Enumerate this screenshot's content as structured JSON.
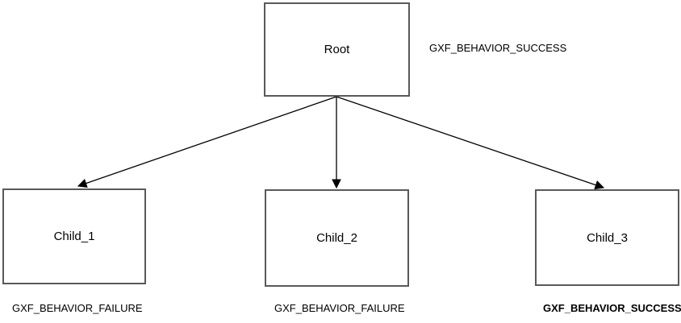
{
  "diagram": {
    "type": "behavior-tree",
    "nodes": {
      "root": {
        "label": "Root",
        "status": "GXF_BEHAVIOR_SUCCESS",
        "status_bold": false
      },
      "child1": {
        "label": "Child_1",
        "status": "GXF_BEHAVIOR_FAILURE",
        "status_bold": false
      },
      "child2": {
        "label": "Child_2",
        "status": "GXF_BEHAVIOR_FAILURE",
        "status_bold": false
      },
      "child3": {
        "label": "Child_3",
        "status": "GXF_BEHAVIOR_SUCCESS",
        "status_bold": true
      }
    },
    "edges": [
      {
        "from": "root",
        "to": "child1"
      },
      {
        "from": "root",
        "to": "child2"
      },
      {
        "from": "root",
        "to": "child3"
      }
    ],
    "colors": {
      "background": "#ffffff",
      "box_border": "#595959",
      "text": "#000000",
      "arrow": "#000000"
    }
  }
}
